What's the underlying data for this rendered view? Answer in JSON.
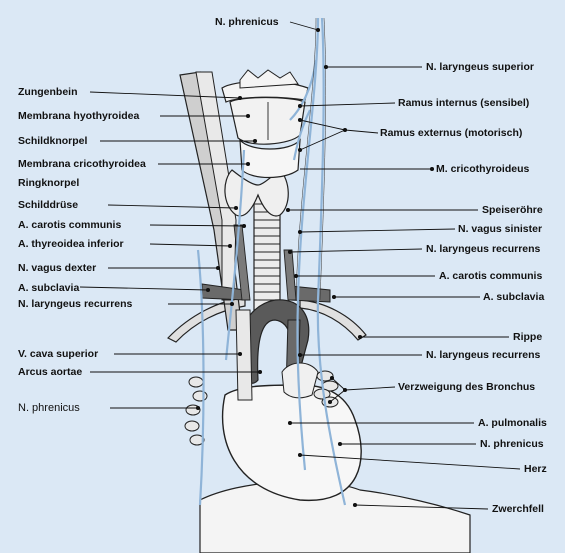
{
  "labels": {
    "n_phrenicus_top": "N. phrenicus",
    "n_laryngeus_superior": "N. laryngeus superior",
    "zungenbein": "Zungenbein",
    "ramus_internus": "Ramus internus (sensibel)",
    "membrana_hyothyroidea": "Membrana hyothyroidea",
    "ramus_externus": "Ramus externus (motorisch)",
    "schildknorpel": "Schildknorpel",
    "membrana_cricothyroidea": "Membrana cricothyroidea",
    "m_cricothyroideus": "M. cricothyroideus",
    "ringknorpel": "Ringknorpel",
    "schilddruese": "Schilddrüse",
    "speiseroehre": "Speiseröhre",
    "a_carotis_communis_left": "A. carotis communis",
    "n_vagus_sinister": "N. vagus sinister",
    "a_thyreoidea_inferior": "A. thyreoidea inferior",
    "n_laryngeus_recurrens_r1": "N. laryngeus recurrens",
    "n_vagus_dexter": "N. vagus dexter",
    "a_carotis_communis_right": "A. carotis communis",
    "a_subclavia_left": "A. subclavia",
    "a_subclavia_right": "A. subclavia",
    "n_laryngeus_recurrens_left": "N. laryngeus recurrens",
    "rippe": "Rippe",
    "v_cava_superior": "V. cava superior",
    "n_laryngeus_recurrens_r2": "N. laryngeus recurrens",
    "arcus_aortae": "Arcus aortae",
    "verzweigung_bronchus": "Verzweigung des Bronchus",
    "n_phrenicus_left": "N. phrenicus",
    "a_pulmonalis": "A. pulmonalis",
    "n_phrenicus_right": "N. phrenicus",
    "herz": "Herz",
    "zwerchfell": "Zwerchfell"
  },
  "colors": {
    "background": "#dbe8f5",
    "nerve": "#9fc0df",
    "aorta": "#555555",
    "outline": "#222222"
  }
}
